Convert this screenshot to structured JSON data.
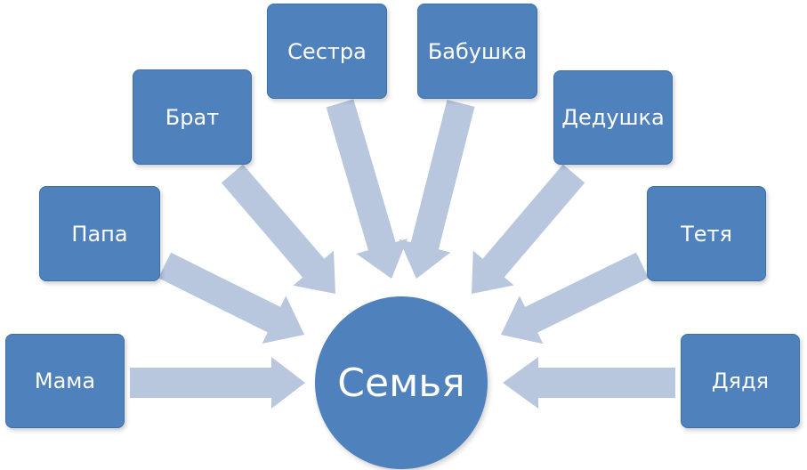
{
  "diagram": {
    "center": {
      "label": "Семья"
    },
    "nodes": [
      {
        "id": "mama",
        "label": "Мама"
      },
      {
        "id": "papa",
        "label": "Папа"
      },
      {
        "id": "brat",
        "label": "Брат"
      },
      {
        "id": "sestra",
        "label": "Сестра"
      },
      {
        "id": "babushka",
        "label": "Бабушка"
      },
      {
        "id": "dedushka",
        "label": "Дедушка"
      },
      {
        "id": "tetya",
        "label": "Тетя"
      },
      {
        "id": "dyadya",
        "label": "Дядя"
      }
    ],
    "colors": {
      "box": "#4f81bd",
      "arrow": "#b8c6de",
      "text": "#ffffff"
    }
  }
}
